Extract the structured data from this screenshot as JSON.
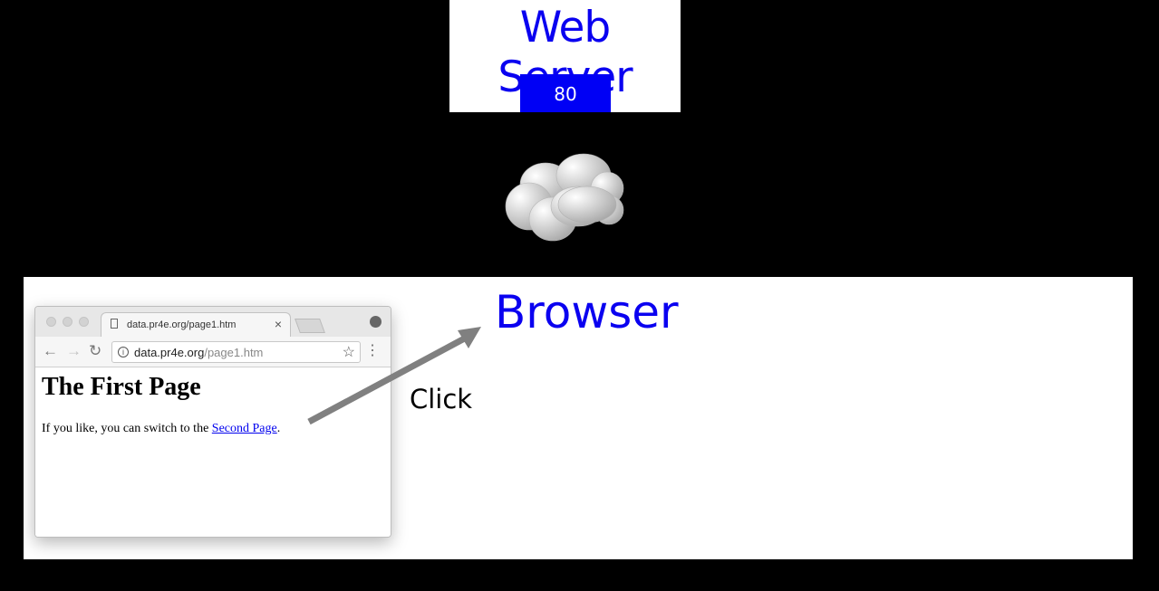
{
  "server": {
    "title": "Web Server",
    "port": "80"
  },
  "cloud": {
    "icon": "cloud-icon"
  },
  "browser_panel": {
    "label": "Browser",
    "click_label": "Click"
  },
  "browser_window": {
    "tab_title": "data.pr4e.org/page1.htm",
    "tab_close": "×",
    "address_host": "data.pr4e.org",
    "address_path": "/page1.htm",
    "back": "←",
    "forward": "→",
    "reload": "↻",
    "star": "☆",
    "menu": "⋮",
    "info": "i"
  },
  "page": {
    "heading": "The First Page",
    "text_before": "If you like, you can switch to the ",
    "link_text": "Second Page",
    "text_after": "."
  },
  "colors": {
    "label_blue": "#0a00f0",
    "port_blue": "#0000f5",
    "arrow": "#808080",
    "background": "#000000"
  }
}
